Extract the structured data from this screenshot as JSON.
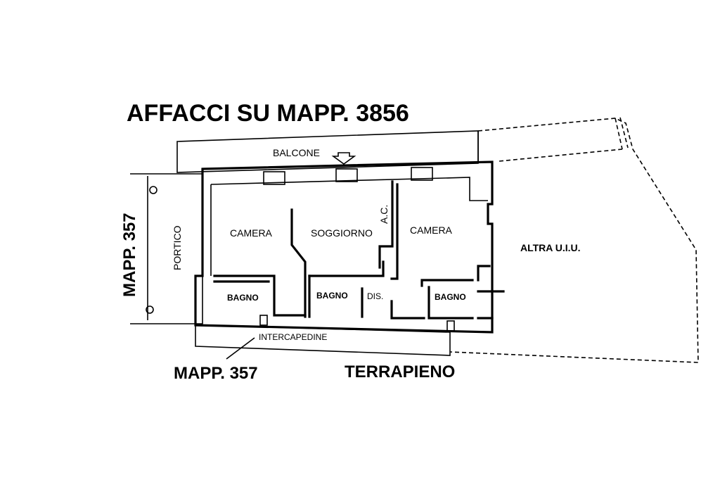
{
  "title": "AFFACCI SU MAPP. 3856",
  "labels": {
    "mapp_left": "MAPP. 357",
    "mapp_bottom": "MAPP. 357",
    "terrapieno": "TERRAPIENO",
    "balcone": "BALCONE",
    "portico": "PORTICO",
    "intercapedine": "INTERCAPEDINE",
    "altra_uiu": "ALTRA U.I.U."
  },
  "rooms": {
    "camera_left": "CAMERA",
    "soggiorno": "SOGGIORNO",
    "ac": "A.C.",
    "camera_right": "CAMERA",
    "bagno_left": "BAGNO",
    "bagno_center": "BAGNO",
    "dis": "DIS.",
    "bagno_right": "BAGNO"
  },
  "colors": {
    "line": "#000000",
    "background": "#ffffff"
  }
}
